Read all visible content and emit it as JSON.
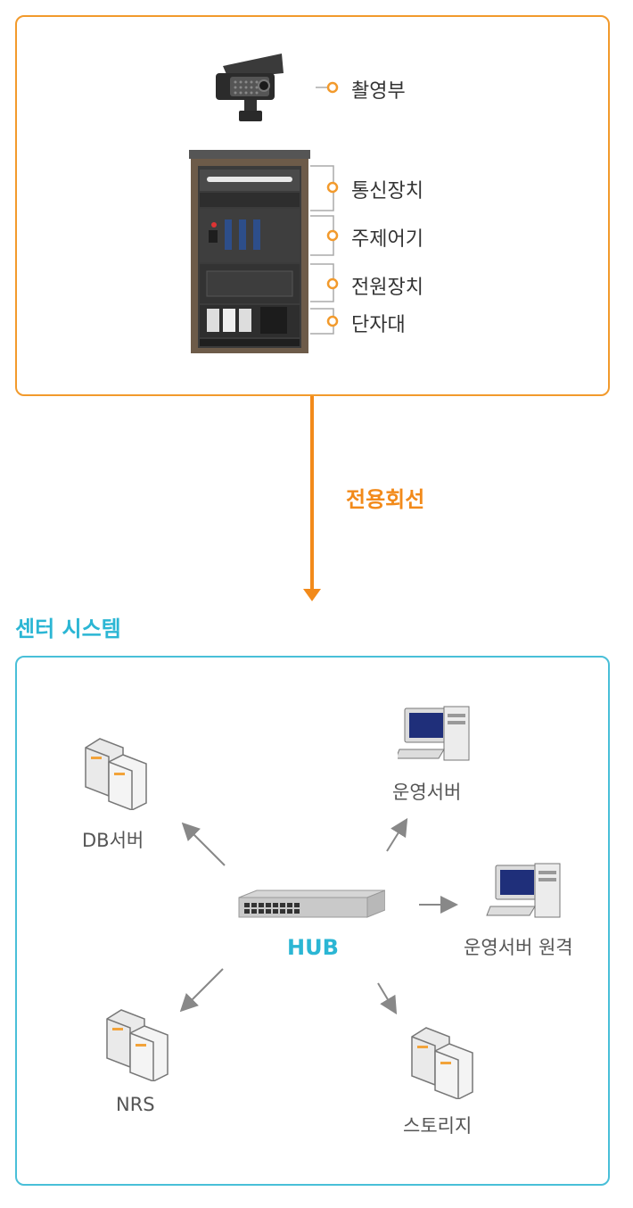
{
  "site": {
    "items": [
      "촬영부",
      "통신장치",
      "주제어기",
      "전원장치",
      "단자대"
    ]
  },
  "link_label": "전용회선",
  "center": {
    "title": "센터 시스템",
    "hub_label": "HUB",
    "nodes": {
      "db": "DB서버",
      "ops": "운영서버",
      "ops_remote": "운영서버 원격",
      "nrs": "NRS",
      "storage": "스토리지"
    }
  },
  "colors": {
    "orange": "#f29a2c",
    "cyan": "#49bfd8",
    "arrow_gray": "#888888"
  }
}
